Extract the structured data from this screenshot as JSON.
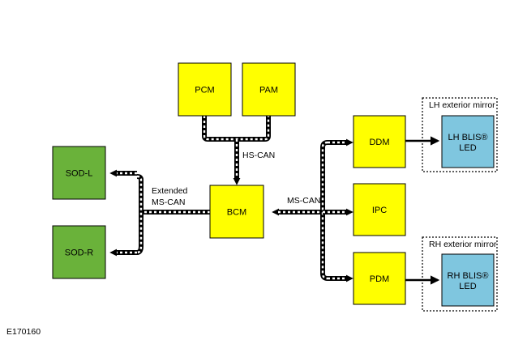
{
  "figure_id": "E170160",
  "colors": {
    "module": "#ffff00",
    "sod": "#6ab23a",
    "led": "#7fc6df",
    "line": "#000000"
  },
  "modules": {
    "pcm": "PCM",
    "pam": "PAM",
    "bcm": "BCM",
    "sod_l": "SOD-L",
    "sod_r": "SOD-R",
    "ddm": "DDM",
    "ipc": "IPC",
    "pdm": "PDM"
  },
  "leds": {
    "lh_line1": "LH BLIS®",
    "lh_line2": "LED",
    "rh_line1": "RH BLIS®",
    "rh_line2": "LED"
  },
  "groups": {
    "lh": "LH exterior mirror",
    "rh": "RH exterior mirror"
  },
  "networks": {
    "hs_can": "HS-CAN",
    "ext_line1": "Extended",
    "ext_line2": "MS-CAN",
    "ms_can": "MS-CAN"
  }
}
